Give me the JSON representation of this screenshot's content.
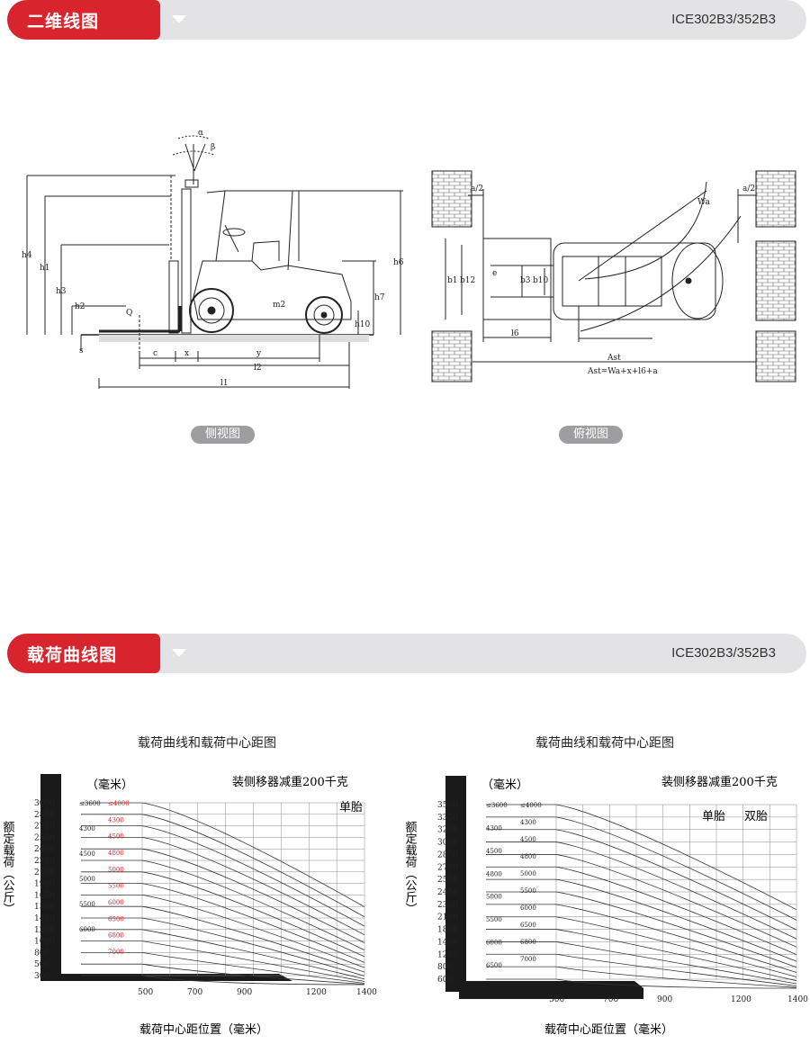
{
  "section1": {
    "title": "二维线图",
    "model": "ICE302B3/352B3"
  },
  "section2": {
    "title": "载荷曲线图",
    "model": "ICE302B3/352B3"
  },
  "views": {
    "side": "侧视图",
    "top": "俯视图"
  },
  "side_labels": {
    "alpha": "α",
    "beta": "β",
    "h4": "h4",
    "h1": "h1",
    "h3": "h3",
    "h2": "h2",
    "s": "s",
    "Q": "Q",
    "c": "c",
    "x": "x",
    "y": "y",
    "l2": "l2",
    "l1": "l1",
    "m2": "m2",
    "h6": "h6",
    "h7": "h7",
    "h10": "h10"
  },
  "top_labels": {
    "a2l": "a/2",
    "a2r": "a/2",
    "wa": "Wa",
    "b1": "b1",
    "b12": "b12",
    "e": "e",
    "b3": "b3",
    "b10": "b10",
    "l6": "l6",
    "ast": "Ast",
    "formula": "Ast=Wa+x+l6+a"
  },
  "chart_left": {
    "title": "载荷曲线和载荷中心距图",
    "unit_top": "（毫米）",
    "note": "装侧移器减重200千克",
    "tire": "单胎",
    "ylabel": "额定载荷（公斤）",
    "xlabel": "载荷中心距位置（毫米）",
    "yticks": [
      "3000",
      "2850",
      "2700",
      "2550",
      "2400",
      "2250",
      "2100",
      "1900",
      "1650",
      "1500",
      "1400",
      "1200",
      "1000",
      "800",
      "500",
      "300"
    ],
    "xticks": [
      "500",
      "700",
      "900",
      "1200",
      "1400"
    ],
    "black_tags": [
      "≤3600",
      "4300",
      "4500",
      "5000",
      "5500",
      "6000"
    ],
    "red_tags": [
      "≤4000",
      "4300",
      "4500",
      "4800",
      "5000",
      "5500",
      "6000",
      "6500",
      "6800",
      "7000"
    ]
  },
  "chart_right": {
    "title": "载荷曲线和载荷中心距图",
    "unit_top": "（毫米）",
    "note": "装侧移器减重200千克",
    "tire1": "单胎",
    "tire2": "双胎",
    "ylabel": "额定载荷（公斤）",
    "xlabel": "载荷中心距位置（毫米）",
    "yticks": [
      "3500",
      "3350",
      "3200",
      "3000",
      "2850",
      "2700",
      "2550",
      "2450",
      "2300",
      "2100",
      "1800",
      "1400",
      "1200",
      "800",
      "600"
    ],
    "xticks": [
      "500",
      "700",
      "900",
      "1200",
      "1400"
    ],
    "tags_a": [
      "≤3600",
      "4300",
      "4500",
      "4800",
      "5000",
      "5500",
      "6000",
      "6500"
    ],
    "tags_b": [
      "≤4000",
      "4300",
      "4500",
      "4800",
      "5000",
      "5500",
      "6000",
      "6500",
      "6800",
      "7000"
    ]
  },
  "colors": {
    "red": "#d8242d",
    "grey_bar": "#e3e3e5",
    "pill": "#9e9ea0",
    "red_tag": "#d8242d"
  }
}
